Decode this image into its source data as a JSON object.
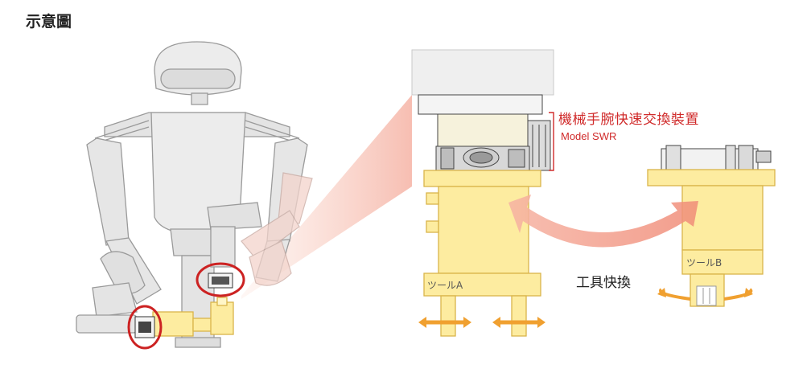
{
  "title": "示意圖",
  "device": {
    "name": "機械手腕快速交換裝置",
    "model": "Model SWR"
  },
  "tool_a": {
    "label": "ツールA"
  },
  "tool_b": {
    "label": "ツールB"
  },
  "tool_change": {
    "label": "工具快換"
  },
  "colors": {
    "tool_fill": "#fdeca0",
    "tool_stroke": "#d9b44a",
    "accent_red": "#d02a2a",
    "arrow_orange": "#f0a030",
    "swap_arrow": "#f1a898",
    "robot_gray": "#e8e8e8"
  }
}
